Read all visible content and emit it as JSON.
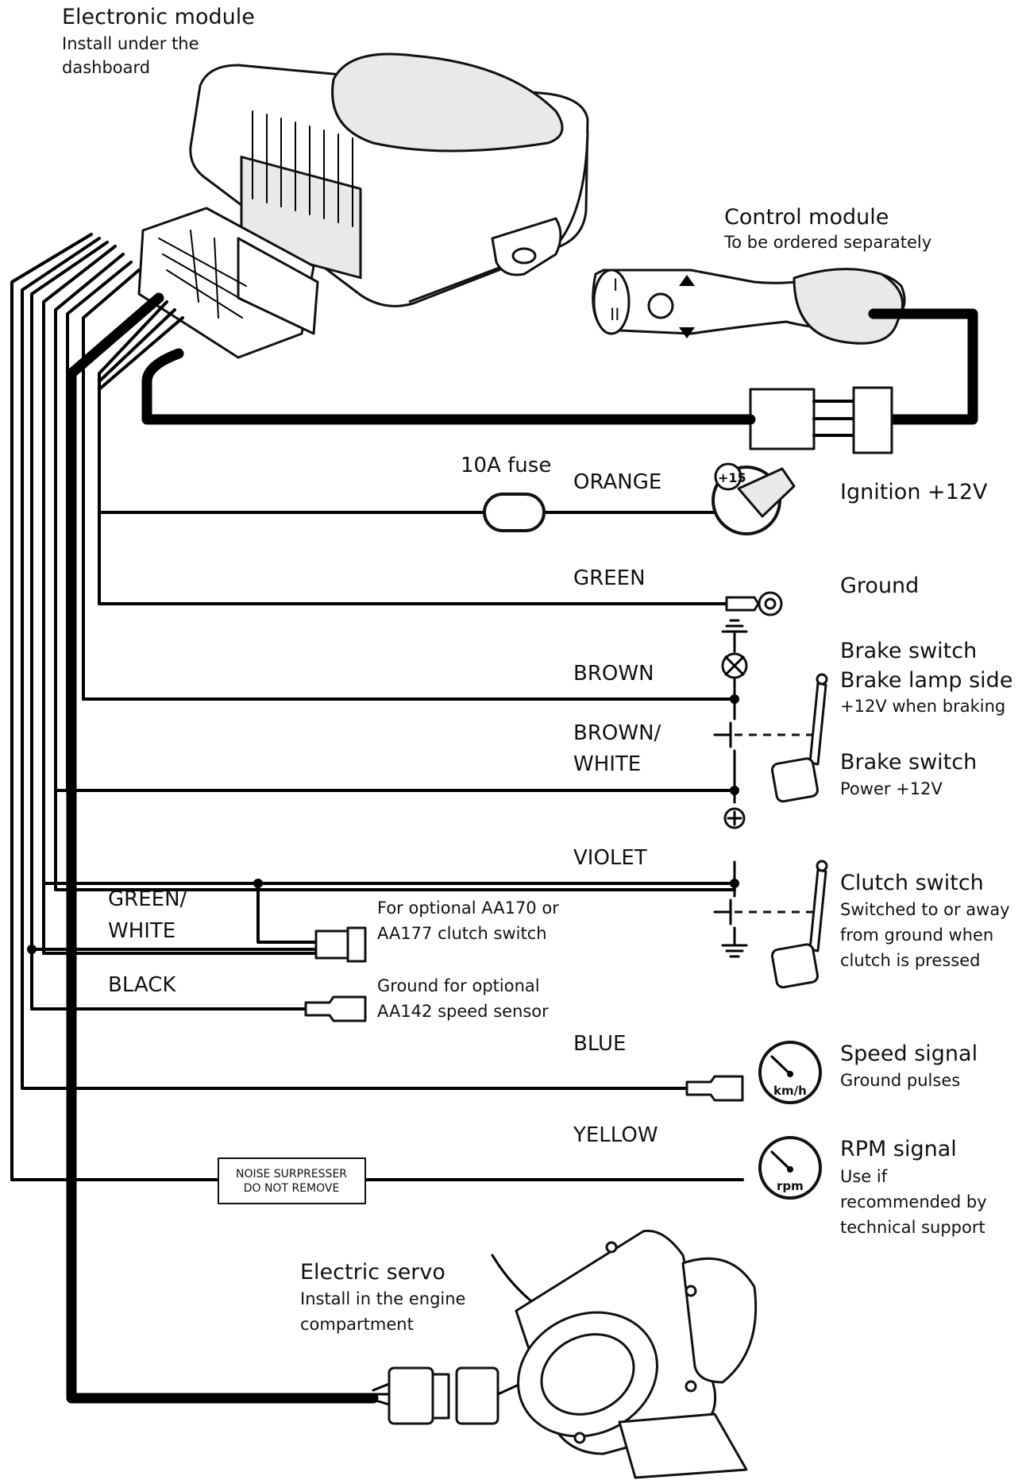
{
  "components": {
    "electronic_module": {
      "title": "Electronic module",
      "note_line1": "Install under the",
      "note_line2": "dashboard"
    },
    "control_module": {
      "title": "Control module",
      "note": "To be ordered separately",
      "lever_label_1": "I",
      "lever_label_2": "II"
    },
    "electric_servo": {
      "title": "Electric servo",
      "note_line1": "Install in the engine",
      "note_line2": "compartment"
    },
    "fuse": {
      "label": "10A fuse"
    },
    "noise_suppresser": {
      "line1": "NOISE SURPRESSER",
      "line2": "DO NOT REMOVE"
    }
  },
  "wires": {
    "orange": "ORANGE",
    "green": "GREEN",
    "brown": "BROWN",
    "brown_white_1": "BROWN/",
    "brown_white_2": "WHITE",
    "violet": "VIOLET",
    "green_white_1": "GREEN/",
    "green_white_2": "WHITE",
    "black": "BLACK",
    "blue": "BLUE",
    "yellow": "YELLOW"
  },
  "notes": {
    "clutch_option_line1": "For optional AA170 or",
    "clutch_option_line2": "AA177 clutch switch",
    "ground_option_line1": "Ground for optional",
    "ground_option_line2": "AA142 speed sensor"
  },
  "targets": {
    "ignition": {
      "title": "Ignition +12V",
      "badge": "+15"
    },
    "ground": {
      "title": "Ground"
    },
    "brake_lamp": {
      "title_line1": "Brake switch",
      "title_line2": "Brake lamp side",
      "note": "+12V when braking"
    },
    "brake_power": {
      "title": "Brake switch",
      "note": "Power +12V"
    },
    "clutch": {
      "title": "Clutch switch",
      "note_line1": "Switched to or away",
      "note_line2": "from ground when",
      "note_line3": "clutch is pressed"
    },
    "speed": {
      "title": "Speed signal",
      "note": "Ground pulses",
      "gauge_label": "km/h"
    },
    "rpm": {
      "title": "RPM signal",
      "note_line1": "Use if",
      "note_line2": "recommended by",
      "note_line3": "technical support",
      "gauge_label": "rpm"
    }
  }
}
